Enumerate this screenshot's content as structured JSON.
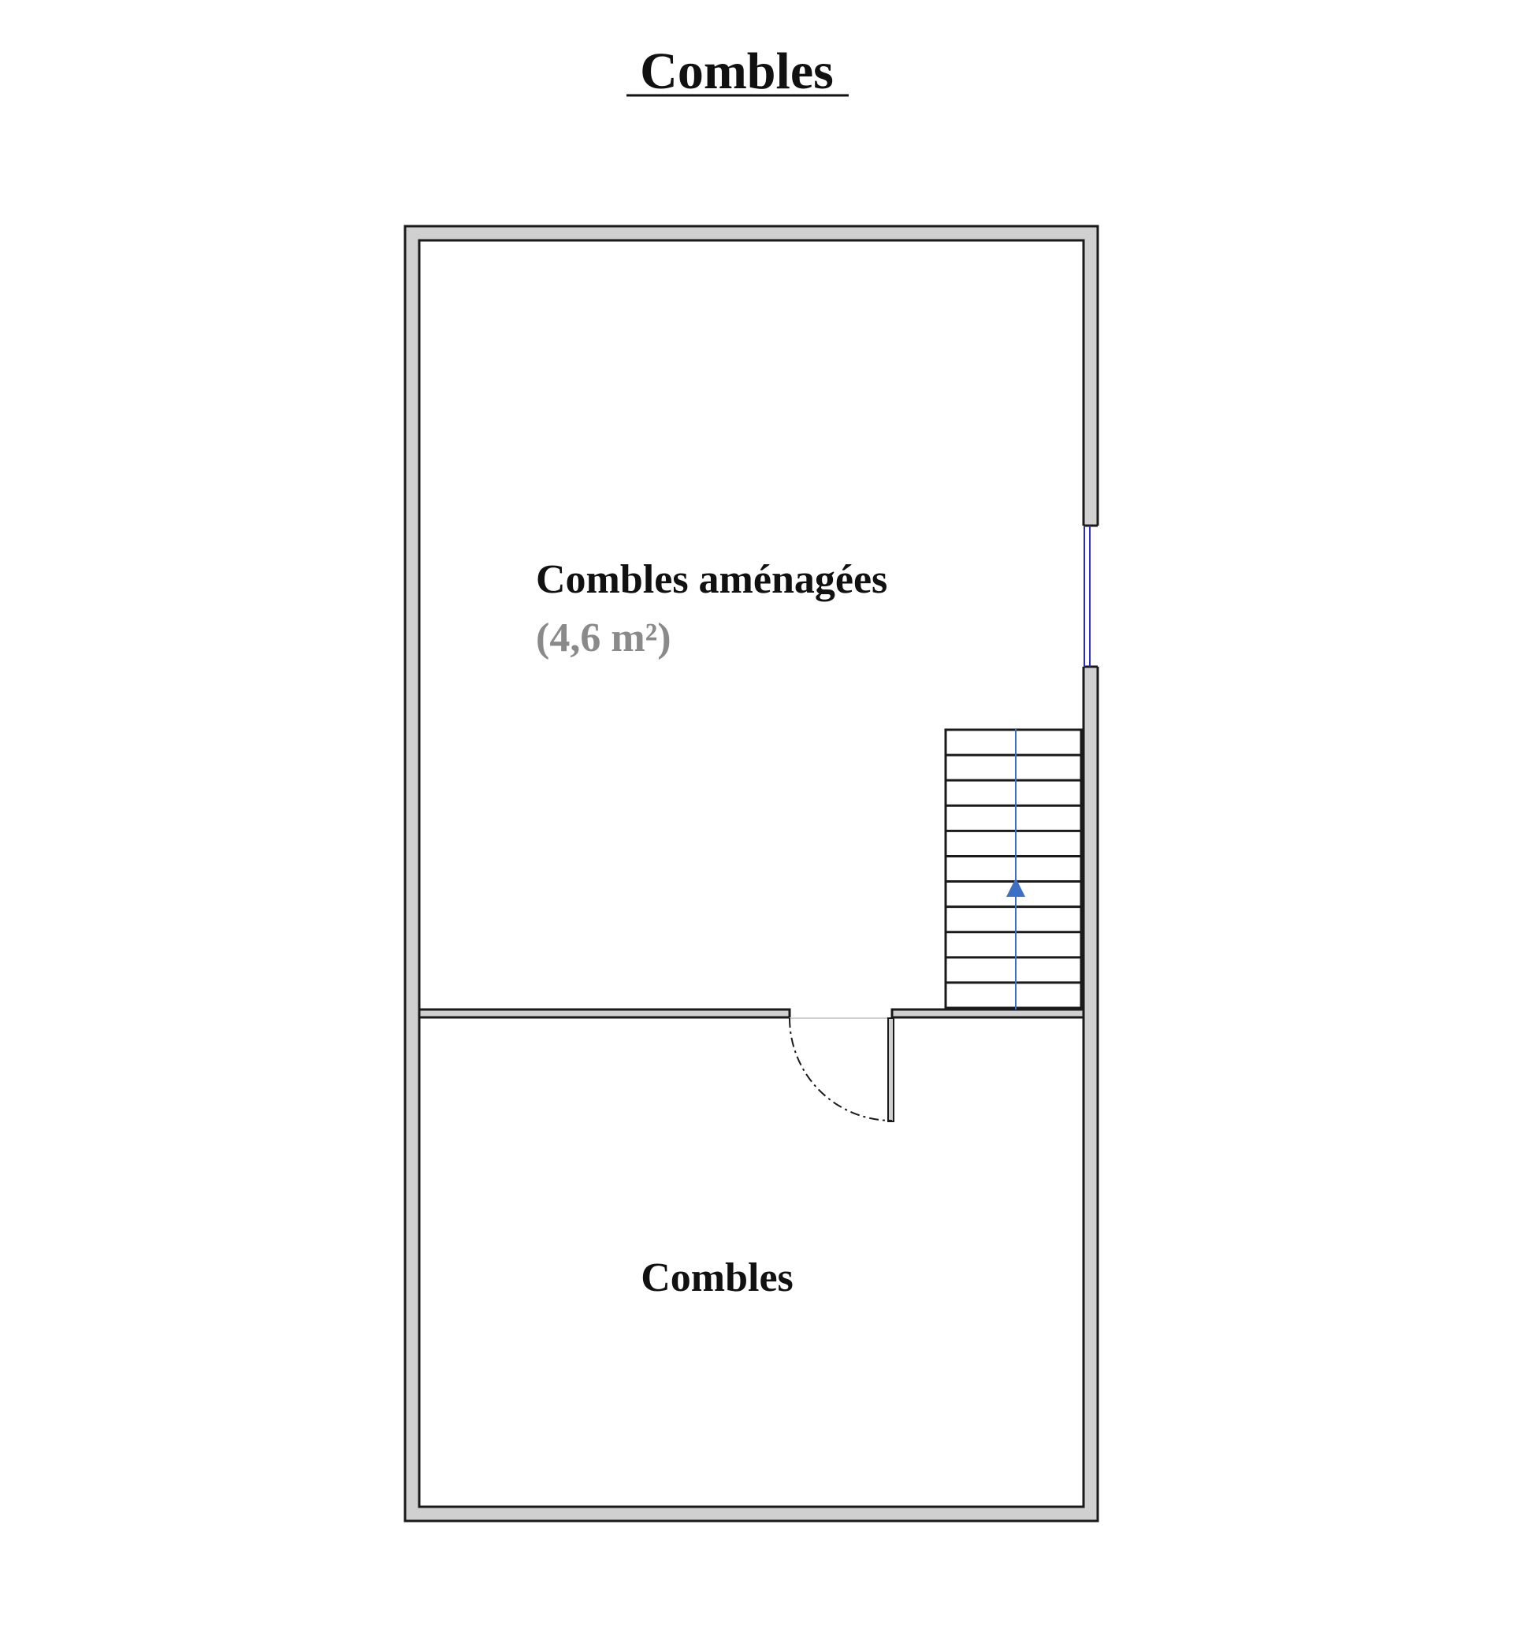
{
  "title": "Combles",
  "rooms": [
    {
      "name": "Combles aménagées",
      "area": "(4,6 m²)"
    },
    {
      "name": "Combles",
      "area": ""
    }
  ],
  "colors": {
    "wall_fill": "#d0d0d0",
    "wall_stroke": "#1a1a1a",
    "text": "#111111",
    "area_text": "#8a8a8a",
    "window": "#2a2acc",
    "stair_arrow": "#3d6fc7",
    "door_swing": "#1a1a1a"
  },
  "stair_steps": 11,
  "icons": [
    "stair-arrow-icon",
    "door-swing-icon",
    "window-icon"
  ]
}
